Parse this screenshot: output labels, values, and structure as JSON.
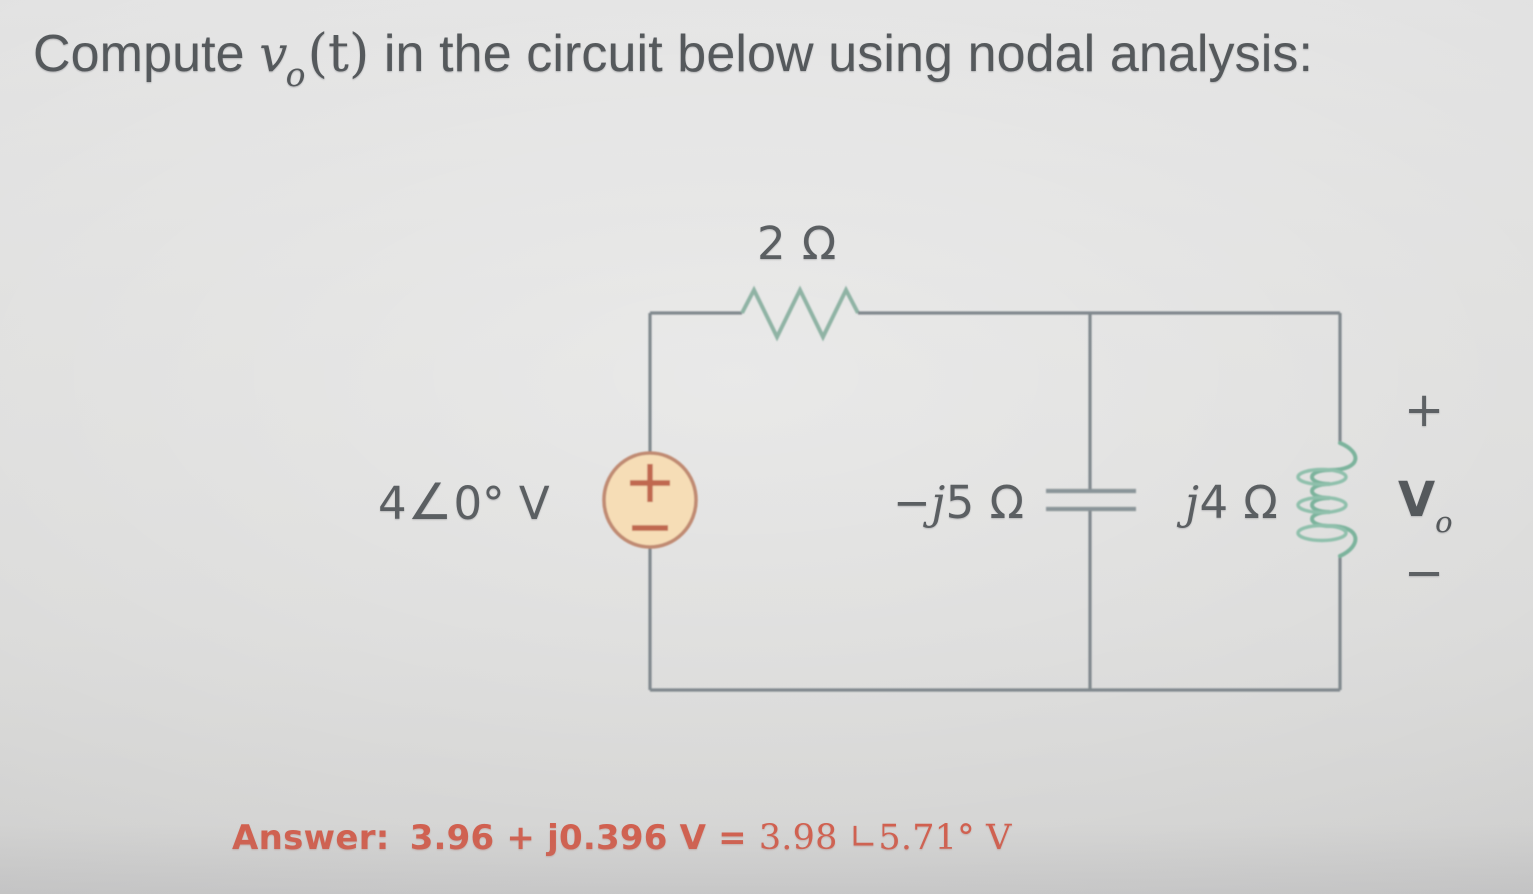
{
  "prompt": {
    "lead": "Compute ",
    "variable": "v",
    "variable_sub": "o",
    "argument": "(t)",
    "tail": " in the circuit below using nodal analysis:"
  },
  "circuit": {
    "source": {
      "label": "4",
      "angle_symbol": "∠",
      "angle": "0° V",
      "polarity_top": "+",
      "polarity_bottom": "−",
      "fill_color": "#f6ddb6",
      "stroke_color": "#c08a72",
      "symbol_color": "#c0684f"
    },
    "resistor": {
      "label": "2 Ω",
      "color": "#8fb3a4"
    },
    "capacitor": {
      "label_prefix": "−",
      "label_j": "j",
      "label_value": "5 Ω",
      "color": "#8a9499"
    },
    "inductor": {
      "label_j": "j",
      "label_value": "4 Ω",
      "color": "#7cb39c"
    },
    "output": {
      "name": "V",
      "name_sub": "o",
      "plus": "+",
      "minus": "−"
    },
    "wire_color": "#80888d"
  },
  "answer": {
    "label": "Answer:",
    "rectangular": "3.96 + j0.396 V  =",
    "polar": "3.98 ∟5.71° V",
    "color": "#d1604f"
  }
}
